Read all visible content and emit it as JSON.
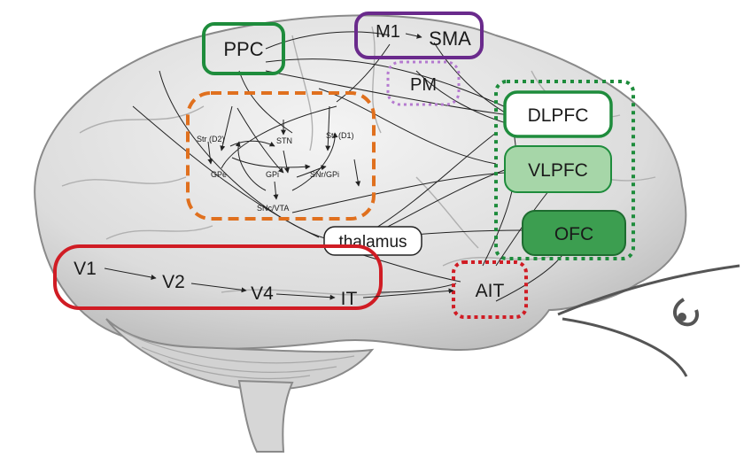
{
  "regions": {
    "ppc": "PPC",
    "m1": "M1",
    "sma": "SMA",
    "pm": "PM",
    "dlpfc": "DLPFC",
    "vlpfc": "VLPFC",
    "ofc": "OFC",
    "thalamus": "thalamus",
    "ait": "AIT",
    "v1": "V1",
    "v2": "V2",
    "v4": "V4",
    "it": "IT"
  },
  "basal_ganglia": {
    "str_d2": "Str (D2)",
    "stn": "STN",
    "str_d1": "Str (D1)",
    "gpe": "GPe",
    "gpi": "GPi",
    "snr": "SNr/GPi",
    "snc_vta": "SNc/VTA"
  },
  "colors": {
    "frame_green": "#1e8c3c",
    "frame_purple": "#6a2a8c",
    "frame_orange": "#e0701e",
    "frame_red": "#d01c24",
    "frame_lilac": "#b57ad0",
    "vlpfc_fill": "#a6d6a8",
    "ofc_fill": "#3c9e50",
    "brain_fill": "#e6e6e6",
    "brain_stroke": "#8a8a8a"
  }
}
